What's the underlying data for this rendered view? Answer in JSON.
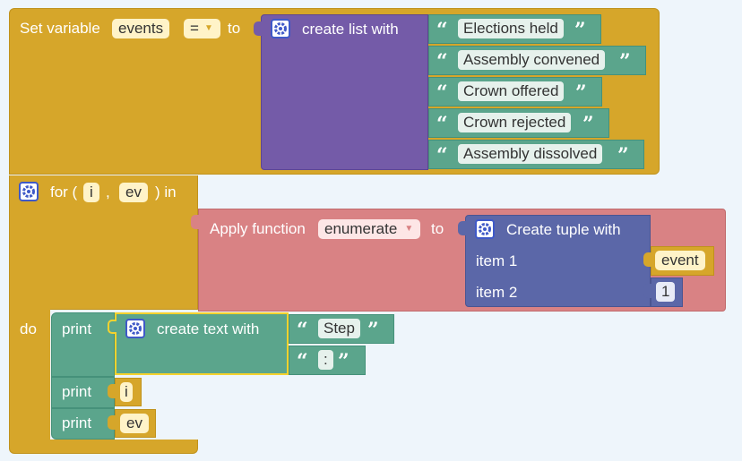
{
  "set_block": {
    "prefix": "Set variable",
    "var_name": "events",
    "operator": "=",
    "to_label": "to",
    "list_label": "create list with",
    "items": [
      "Elections held",
      "Assembly convened",
      "Crown offered",
      "Crown rejected",
      "Assembly dissolved"
    ]
  },
  "for_block": {
    "for_label": "for (",
    "var_i": "i",
    "comma": ",",
    "var_ev": "ev",
    "close_in": ") in",
    "do_label": "do"
  },
  "apply_block": {
    "label": "Apply function",
    "func": "enumerate",
    "to_label": "to"
  },
  "tuple_block": {
    "label": "Create tuple with",
    "item1_label": "item 1",
    "item1_value": "event",
    "item2_label": "item 2",
    "item2_value": "1"
  },
  "print_blocks": {
    "print_label": "print",
    "create_text_label": "create text with",
    "text_parts": [
      "Step",
      ":"
    ],
    "print2_var": "i",
    "print3_var": "ev"
  },
  "colors": {
    "variables": "#d6a62a",
    "lists": "#745ba8",
    "text": "#5ba58c",
    "function": "#d98284",
    "tuple": "#5b67a8"
  }
}
